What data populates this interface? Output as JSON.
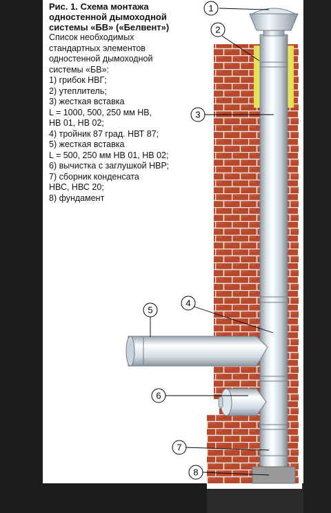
{
  "caption": {
    "title_lines": [
      "Рис. 1. Схема монтажа",
      "одностенной дымоходной",
      "системы «БВ» («Белвент»)"
    ],
    "body_lines": [
      "Список необходимых",
      "стандартных элементов",
      "одностенной дымоходной",
      "системы «БВ»:",
      "1) грибок НВГ;",
      "2) утеплитель;",
      "3) жесткая вставка",
      "L = 1000, 500, 250 мм НВ,",
      "НВ 01, НВ 02;",
      "4) тройник 87 град. НВТ 87;",
      "5) жесткая вставка",
      "L = 500, 250 мм НВ 01, НВ 02;",
      "6) вычистка с заглушкой НВР;",
      "7) сборник конденсата",
      "НВС, НВС 20;",
      "8) фундамент"
    ]
  },
  "callouts": [
    "1",
    "2",
    "3",
    "4",
    "5",
    "6",
    "7",
    "8"
  ],
  "colors": {
    "frame_dark": "#1c1c1c",
    "brick": "#b4452a",
    "mortar": "#ffffff",
    "pipe_light": "#eef2f6",
    "pipe_mid": "#c7d2dc",
    "pipe_dark": "#8f9ba6",
    "insulation": "#f4ea6a",
    "foundation": "#9a9a9a"
  }
}
